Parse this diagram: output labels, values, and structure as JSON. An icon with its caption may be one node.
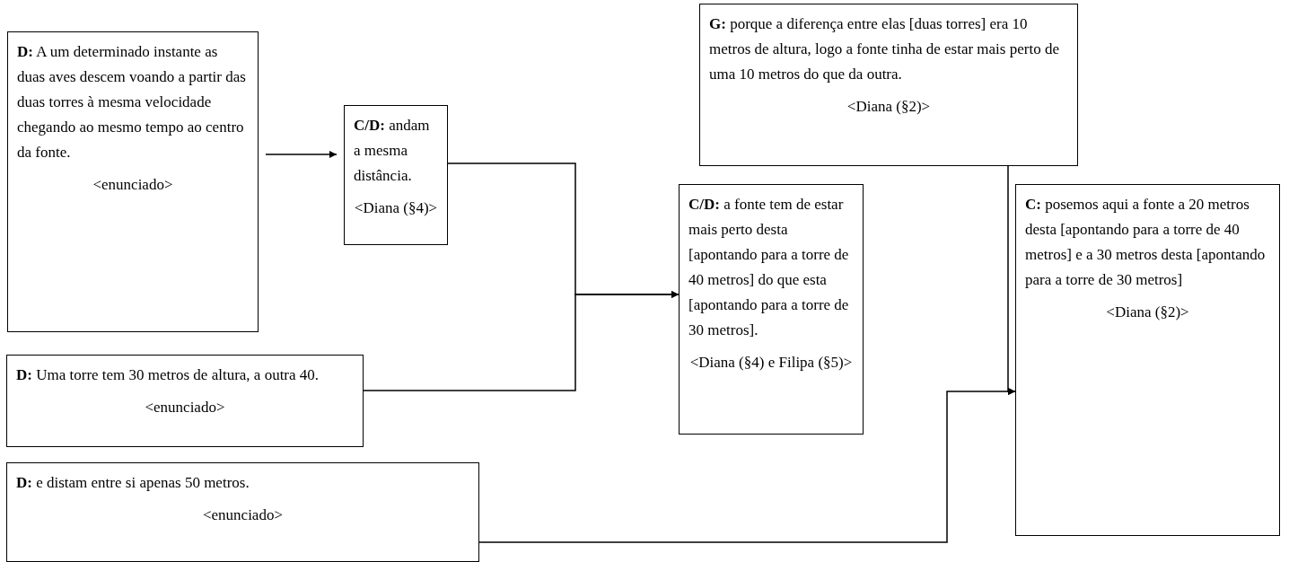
{
  "diagram": {
    "nodes": [
      {
        "text": [
          "**D:** A um determinado instante as duas aves descem voando a partir das duas torres à mesma velocidade chegando ao mesmo tempo ao centro da fonte.",
          "<enunciado>"
        ]
      },
      {
        "text": [
          "**C/D:** andam a mesma distância.",
          "<Diana (§4)>"
        ]
      },
      {
        "text": [
          "**D:** Uma torre tem 30 metros de altura, a outra 40.",
          "<enunciado>"
        ]
      },
      {
        "text": [
          "**D:** e distam entre si apenas 50 metros.",
          "<enunciado>"
        ]
      },
      {
        "text": [
          "**C/D:** a fonte tem de estar mais perto desta [apontando para a torre de 40 metros] do que esta [apontando para a torre de 30 metros].",
          "<Diana (§4) e Filipa (§5)>"
        ]
      },
      {
        "text": [
          "**G:** porque a diferença entre elas [duas torres] era 10 metros de altura, logo a fonte tinha de estar mais perto de uma 10 metros do que da outra.",
          "<Diana (§2)>"
        ]
      },
      {
        "text": [
          "**C:** posemos aqui a fonte a 20 metros desta [apontando para a torre de 40 metros] e a 30 metros desta [apontando para a torre de 30 metros]",
          "<Diana (§2)>"
        ]
      }
    ],
    "edges": [
      {
        "from": 0,
        "to": 1,
        "arrow": "to"
      },
      {
        "from": 1,
        "to": 4,
        "arrow": "to"
      },
      {
        "from": 2,
        "to": 4,
        "arrow": "to"
      },
      {
        "from": 3,
        "to": 6,
        "arrow": "to"
      },
      {
        "from": 5,
        "to": 6,
        "arrow": "to"
      }
    ]
  }
}
